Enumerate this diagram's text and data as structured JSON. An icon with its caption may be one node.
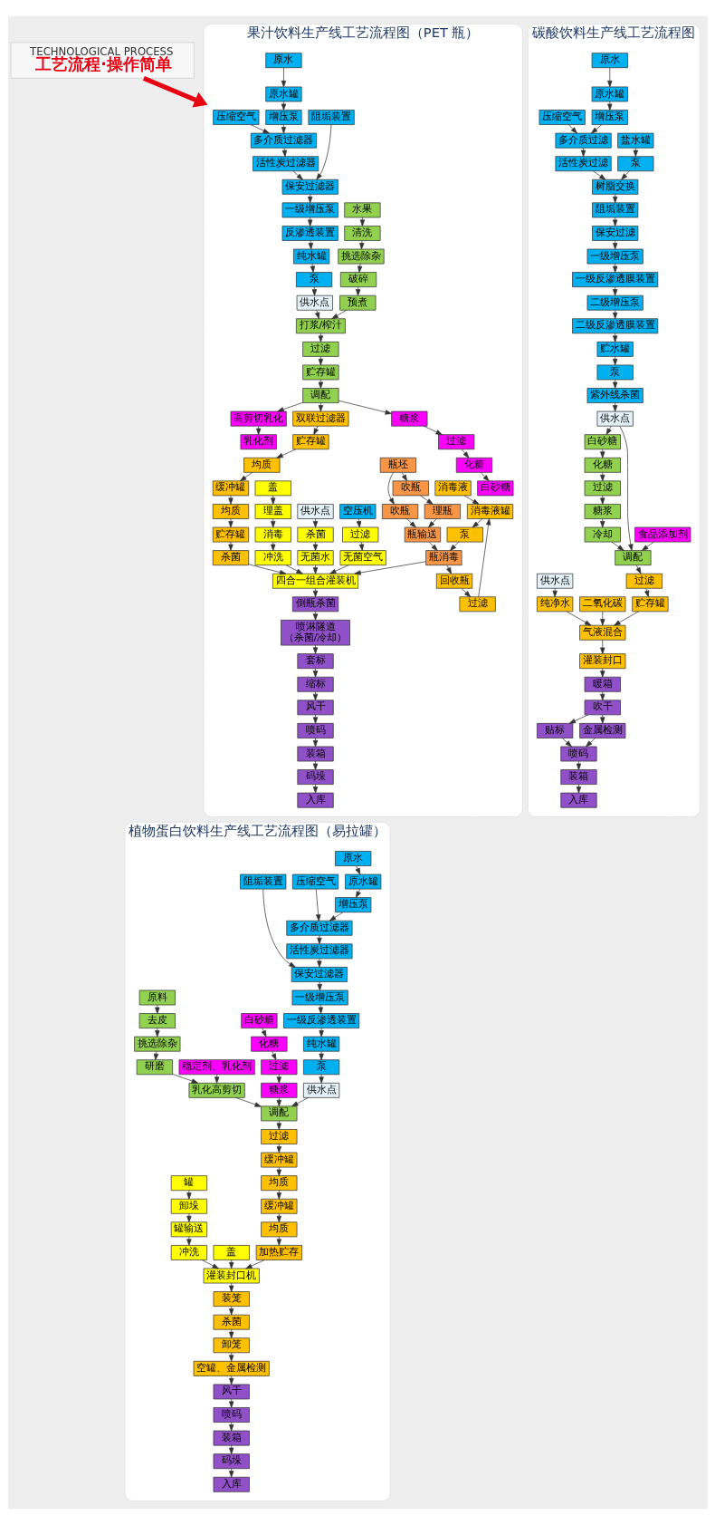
{
  "diagram": {
    "nodes": [
      {
        "text": [
          "TECHNOLOGICAL PROCESS",
          "工艺流程·操作简单"
        ]
      },
      {
        "text": [
          "果汁饮料生产线工艺流程图（PET 瓶）"
        ]
      },
      {
        "text": [
          "压缩空气"
        ],
        "in": 1
      },
      {
        "text": [
          "阻垢装置"
        ],
        "in": 1
      },
      {
        "text": [
          "原水"
        ],
        "in": 1
      },
      {
        "text": [
          "原水罐"
        ],
        "in": 1
      },
      {
        "text": [
          "增压泵"
        ],
        "in": 1
      },
      {
        "text": [
          "多介质过滤器"
        ],
        "in": 1
      },
      {
        "text": [
          "活性炭过滤器"
        ],
        "in": 1
      },
      {
        "text": [
          "保安过滤器"
        ],
        "in": 1
      },
      {
        "text": [
          "一级增压泵"
        ],
        "in": 1
      },
      {
        "text": [
          "反渗透装置"
        ],
        "in": 1
      },
      {
        "text": [
          "供水点"
        ],
        "in": 1
      },
      {
        "text": [
          "泵"
        ],
        "in": 1
      },
      {
        "text": [
          "纯水罐"
        ],
        "in": 1
      },
      {
        "text": [
          "白砂糖"
        ],
        "in": 1
      },
      {
        "text": [
          "化糖"
        ],
        "in": 1
      },
      {
        "text": [
          "过滤"
        ],
        "in": 1
      },
      {
        "text": [
          "糖浆"
        ],
        "in": 1
      },
      {
        "text": [
          "乳化剂"
        ],
        "in": 1
      },
      {
        "text": [
          "水果"
        ],
        "in": 1
      },
      {
        "text": [
          "清洗"
        ],
        "in": 1
      },
      {
        "text": [
          "挑选除杂"
        ],
        "in": 1
      },
      {
        "text": [
          "破碎"
        ],
        "in": 1
      },
      {
        "text": [
          "预煮"
        ],
        "in": 1
      },
      {
        "text": [
          "打浆/榨汁"
        ],
        "in": 1
      },
      {
        "text": [
          "过滤"
        ],
        "in": 1
      },
      {
        "text": [
          "贮存罐"
        ],
        "in": 1
      },
      {
        "text": [
          "调配"
        ],
        "in": 1
      },
      {
        "text": [
          "高剪切乳化"
        ],
        "in": 1
      },
      {
        "text": [
          "杀菌"
        ],
        "in": 1
      },
      {
        "text": [
          "贮存罐"
        ],
        "in": 1
      },
      {
        "text": [
          "均质"
        ],
        "in": 1
      },
      {
        "text": [
          "缓冲罐"
        ],
        "in": 1
      },
      {
        "text": [
          "均质"
        ],
        "in": 1
      },
      {
        "text": [
          "贮存罐"
        ],
        "in": 1
      },
      {
        "text": [
          "双联过滤器"
        ],
        "in": 1
      },
      {
        "text": [
          "消毒"
        ],
        "in": 1
      },
      {
        "text": [
          "冲洗"
        ],
        "in": 1
      },
      {
        "text": [
          "四合一组合灌装机"
        ],
        "in": 1
      },
      {
        "text": [
          "倒瓶杀菌"
        ],
        "in": 1
      },
      {
        "text": [
          "喷淋隧道",
          "（杀菌/冷却）"
        ],
        "in": 1
      },
      {
        "text": [
          "套标"
        ],
        "in": 1
      },
      {
        "text": [
          "缩标"
        ],
        "in": 1
      },
      {
        "text": [
          "风干"
        ],
        "in": 1
      },
      {
        "text": [
          "喷码"
        ],
        "in": 1
      },
      {
        "text": [
          "装箱"
        ],
        "in": 1
      },
      {
        "text": [
          "理盖"
        ],
        "in": 1
      },
      {
        "text": [
          "消毒液"
        ],
        "in": 1
      },
      {
        "text": [
          "消毒液罐"
        ],
        "in": 1
      },
      {
        "text": [
          "过滤"
        ],
        "in": 1
      },
      {
        "text": [
          "无菌水"
        ],
        "in": 1
      },
      {
        "text": [
          "杀菌"
        ],
        "in": 1
      },
      {
        "text": [
          "供水点"
        ],
        "in": 1
      },
      {
        "text": [
          "码垛"
        ],
        "in": 1
      },
      {
        "text": [
          "盖"
        ],
        "in": 1
      },
      {
        "text": [
          "泵"
        ],
        "in": 1
      },
      {
        "text": [
          "回收瓶"
        ],
        "in": 1
      },
      {
        "text": [
          "无菌空气"
        ],
        "in": 1
      },
      {
        "text": [
          "过滤"
        ],
        "in": 1
      },
      {
        "text": [
          "入库"
        ],
        "in": 1
      },
      {
        "text": [
          "吹瓶"
        ],
        "in": 1
      },
      {
        "text": [
          "理瓶"
        ],
        "in": 1
      },
      {
        "text": [
          "瓶输送"
        ],
        "in": 1
      },
      {
        "text": [
          "瓶消毒"
        ],
        "in": 1
      },
      {
        "text": [
          "瓶坯"
        ],
        "in": 1
      },
      {
        "text": [
          "吹瓶"
        ],
        "in": 1
      },
      {
        "text": [
          "空压机"
        ],
        "in": 1
      },
      {
        "text": [
          "植物蛋白饮料生产线工艺流程图（易拉罐）"
        ]
      },
      {
        "text": [
          "压缩空气"
        ],
        "in": 68
      },
      {
        "text": [
          "阻垢装置"
        ],
        "in": 68
      },
      {
        "text": [
          "原水"
        ],
        "in": 68
      },
      {
        "text": [
          "原水罐"
        ],
        "in": 68
      },
      {
        "text": [
          "增压泵"
        ],
        "in": 68
      },
      {
        "text": [
          "多介质过滤器"
        ],
        "in": 68
      },
      {
        "text": [
          "活性炭过滤器"
        ],
        "in": 68
      },
      {
        "text": [
          "保安过滤器"
        ],
        "in": 68
      },
      {
        "text": [
          "一级增压泵"
        ],
        "in": 68
      },
      {
        "text": [
          "一级反渗透装置"
        ],
        "in": 68
      },
      {
        "text": [
          "供水点"
        ],
        "in": 68
      },
      {
        "text": [
          "泵"
        ],
        "in": 68
      },
      {
        "text": [
          "纯水罐"
        ],
        "in": 68
      },
      {
        "text": [
          "白砂糖"
        ],
        "in": 68
      },
      {
        "text": [
          "稳定剂、乳化剂"
        ],
        "in": 68
      },
      {
        "text": [
          "糖浆"
        ],
        "in": 68
      },
      {
        "text": [
          "过滤"
        ],
        "in": 68
      },
      {
        "text": [
          "化糖"
        ],
        "in": 68
      },
      {
        "text": [
          "原料"
        ],
        "in": 68
      },
      {
        "text": [
          "去皮"
        ],
        "in": 68
      },
      {
        "text": [
          "挑选除杂"
        ],
        "in": 68
      },
      {
        "text": [
          "研磨"
        ],
        "in": 68
      },
      {
        "text": [
          "乳化高剪切"
        ],
        "in": 68
      },
      {
        "text": [
          "调配"
        ],
        "in": 68
      },
      {
        "text": [
          "盖"
        ],
        "in": 68
      },
      {
        "text": [
          "加热贮存"
        ],
        "in": 68
      },
      {
        "text": [
          "均质"
        ],
        "in": 68
      },
      {
        "text": [
          "缓冲罐"
        ],
        "in": 68
      },
      {
        "text": [
          "均质"
        ],
        "in": 68
      },
      {
        "text": [
          "缓冲罐"
        ],
        "in": 68
      },
      {
        "text": [
          "过滤"
        ],
        "in": 68
      },
      {
        "text": [
          "罐输送"
        ],
        "in": 68
      },
      {
        "text": [
          "冲洗"
        ],
        "in": 68
      },
      {
        "text": [
          "灌装封口机"
        ],
        "in": 68
      },
      {
        "text": [
          "卸垛"
        ],
        "in": 68
      },
      {
        "text": [
          "装笼"
        ],
        "in": 68
      },
      {
        "text": [
          "杀菌"
        ],
        "in": 68
      },
      {
        "text": [
          "卸笼"
        ],
        "in": 68
      },
      {
        "text": [
          "罐"
        ],
        "in": 68
      },
      {
        "text": [
          "空罐、金属检测"
        ],
        "in": 68
      },
      {
        "text": [
          "风干"
        ],
        "in": 68
      },
      {
        "text": [
          "喷码"
        ],
        "in": 68
      },
      {
        "text": [
          "装箱"
        ],
        "in": 68
      },
      {
        "text": [
          "码垛"
        ],
        "in": 68
      },
      {
        "text": [
          "入库"
        ],
        "in": 68
      },
      {
        "text": [
          "碳酸饮料生产线工艺流程图"
        ]
      },
      {
        "text": [
          "压缩空气"
        ],
        "in": 114
      },
      {
        "text": [
          "盐水罐"
        ],
        "in": 114
      },
      {
        "text": [
          "泵"
        ],
        "in": 114
      },
      {
        "text": [
          "原水"
        ],
        "in": 114
      },
      {
        "text": [
          "原水罐"
        ],
        "in": 114
      },
      {
        "text": [
          "增压泵"
        ],
        "in": 114
      },
      {
        "text": [
          "多介质过滤"
        ],
        "in": 114
      },
      {
        "text": [
          "活性炭过滤"
        ],
        "in": 114
      },
      {
        "text": [
          "树脂交换"
        ],
        "in": 114
      },
      {
        "text": [
          "阻垢装置"
        ],
        "in": 114
      },
      {
        "text": [
          "保安过滤"
        ],
        "in": 114
      },
      {
        "text": [
          "一级增压泵"
        ],
        "in": 114
      },
      {
        "text": [
          "泵"
        ],
        "in": 114
      },
      {
        "text": [
          "贮水罐"
        ],
        "in": 114
      },
      {
        "text": [
          "二级反渗透膜装置"
        ],
        "in": 114
      },
      {
        "text": [
          "二级增压泵"
        ],
        "in": 114
      },
      {
        "text": [
          "一级反渗透膜装置"
        ],
        "in": 114
      },
      {
        "text": [
          "紫外线杀菌"
        ],
        "in": 114
      },
      {
        "text": [
          "食品添加剂"
        ],
        "in": 114
      },
      {
        "text": [
          "供水点"
        ],
        "in": 114
      },
      {
        "text": [
          "白砂糖"
        ],
        "in": 114
      },
      {
        "text": [
          "化糖"
        ],
        "in": 114
      },
      {
        "text": [
          "过滤"
        ],
        "in": 114
      },
      {
        "text": [
          "糖浆"
        ],
        "in": 114
      },
      {
        "text": [
          "冷却"
        ],
        "in": 114
      },
      {
        "text": [
          "调配"
        ],
        "in": 114
      },
      {
        "text": [
          "过滤"
        ],
        "in": 114
      },
      {
        "text": [
          "贮存罐"
        ],
        "in": 114
      },
      {
        "text": [
          "二氧化碳"
        ],
        "in": 114
      },
      {
        "text": [
          "气液混合"
        ],
        "in": 114
      },
      {
        "text": [
          "纯净水"
        ],
        "in": 114
      },
      {
        "text": [
          "供水点"
        ],
        "in": 114
      },
      {
        "text": [
          "灌装封口"
        ],
        "in": 114
      },
      {
        "text": [
          "贴标"
        ],
        "in": 114
      },
      {
        "text": [
          "入库"
        ],
        "in": 114
      },
      {
        "text": [
          "装箱"
        ],
        "in": 114
      },
      {
        "text": [
          "喷码"
        ],
        "in": 114
      },
      {
        "text": [
          "吹干"
        ],
        "in": 114
      },
      {
        "text": [
          "暖箱"
        ],
        "in": 114
      },
      {
        "text": [
          "金属检测"
        ],
        "in": 114
      }
    ],
    "edges": [
      {
        "from": 0,
        "to": 1,
        "arrow": "to",
        "style": "thick",
        "color": "#e60012"
      },
      {
        "from": 4,
        "to": 5,
        "arrow": "to"
      },
      {
        "from": 5,
        "to": 6,
        "arrow": "to"
      },
      {
        "from": 6,
        "to": 7,
        "arrow": "to"
      },
      {
        "from": 7,
        "to": 8,
        "arrow": "to"
      },
      {
        "from": 8,
        "to": 9,
        "arrow": "to"
      },
      {
        "from": 9,
        "to": 10,
        "arrow": "to"
      },
      {
        "from": 10,
        "to": 11,
        "arrow": "to"
      },
      {
        "from": 2,
        "to": 7,
        "arrow": "to"
      },
      {
        "from": 3,
        "to": 9,
        "arrow": "to"
      },
      {
        "from": 11,
        "to": 14,
        "arrow": "to"
      },
      {
        "from": 14,
        "to": 13,
        "arrow": "to"
      },
      {
        "from": 13,
        "to": 12,
        "arrow": "to"
      },
      {
        "from": 12,
        "to": 25,
        "arrow": "to"
      },
      {
        "from": 16,
        "to": 15,
        "arrow": "to"
      },
      {
        "from": 17,
        "to": 16,
        "arrow": "to"
      },
      {
        "from": 18,
        "to": 17,
        "arrow": "to"
      },
      {
        "from": 28,
        "to": 18,
        "arrow": "to"
      },
      {
        "from": 28,
        "to": 29,
        "arrow": "to"
      },
      {
        "from": 29,
        "to": 19,
        "arrow": "to"
      },
      {
        "from": 20,
        "to": 21,
        "arrow": "to"
      },
      {
        "from": 21,
        "to": 22,
        "arrow": "to"
      },
      {
        "from": 22,
        "to": 23,
        "arrow": "to"
      },
      {
        "from": 23,
        "to": 24,
        "arrow": "to"
      },
      {
        "from": 24,
        "to": 25,
        "arrow": "to"
      },
      {
        "from": 25,
        "to": 26,
        "arrow": "to"
      },
      {
        "from": 26,
        "to": 27,
        "arrow": "to"
      },
      {
        "from": 27,
        "to": 28,
        "arrow": "to"
      },
      {
        "from": 28,
        "to": 36,
        "arrow": "to"
      },
      {
        "from": 36,
        "to": 35,
        "arrow": "to"
      },
      {
        "from": 35,
        "to": 34,
        "arrow": "to"
      },
      {
        "from": 34,
        "to": 33,
        "arrow": "to"
      },
      {
        "from": 33,
        "to": 32,
        "arrow": "to"
      },
      {
        "from": 32,
        "to": 31,
        "arrow": "to"
      },
      {
        "from": 31,
        "to": 30,
        "arrow": "to"
      },
      {
        "from": 30,
        "to": 39,
        "arrow": "to"
      },
      {
        "from": 55,
        "to": 47,
        "arrow": "to"
      },
      {
        "from": 47,
        "to": 37,
        "arrow": "to"
      },
      {
        "from": 37,
        "to": 38,
        "arrow": "to"
      },
      {
        "from": 38,
        "to": 39,
        "arrow": "to"
      },
      {
        "from": 39,
        "to": 40,
        "arrow": "to"
      },
      {
        "from": 40,
        "to": 41,
        "arrow": "to"
      },
      {
        "from": 41,
        "to": 42,
        "arrow": "to"
      },
      {
        "from": 42,
        "to": 43,
        "arrow": "to"
      },
      {
        "from": 43,
        "to": 44,
        "arrow": "to"
      },
      {
        "from": 44,
        "to": 45,
        "arrow": "to"
      },
      {
        "from": 45,
        "to": 46,
        "arrow": "to"
      },
      {
        "from": 46,
        "to": 54,
        "arrow": "to"
      },
      {
        "from": 54,
        "to": 60,
        "arrow": "to"
      },
      {
        "from": 48,
        "to": 49,
        "arrow": "to"
      },
      {
        "from": 50,
        "to": 49,
        "arrow": "to"
      },
      {
        "from": 49,
        "to": 56,
        "arrow": "to"
      },
      {
        "from": 56,
        "to": 64,
        "arrow": "to"
      },
      {
        "from": 64,
        "to": 57,
        "arrow": "to"
      },
      {
        "from": 57,
        "to": 50,
        "arrow": "to"
      },
      {
        "from": 64,
        "to": 39,
        "arrow": "to"
      },
      {
        "from": 53,
        "to": 52,
        "arrow": "to"
      },
      {
        "from": 52,
        "to": 51,
        "arrow": "to"
      },
      {
        "from": 51,
        "to": 39,
        "arrow": "to"
      },
      {
        "from": 58,
        "to": 39,
        "arrow": "to"
      },
      {
        "from": 59,
        "to": 58,
        "arrow": "to"
      },
      {
        "from": 67,
        "to": 59,
        "arrow": "to"
      },
      {
        "from": 65,
        "to": 61,
        "arrow": "to"
      },
      {
        "from": 65,
        "to": 66,
        "arrow": "to"
      },
      {
        "from": 61,
        "to": 62,
        "arrow": "to"
      },
      {
        "from": 62,
        "to": 63,
        "arrow": "to"
      },
      {
        "from": 66,
        "to": 63,
        "arrow": "to"
      },
      {
        "from": 63,
        "to": 64,
        "arrow": "to"
      },
      {
        "from": 71,
        "to": 72,
        "arrow": "to"
      },
      {
        "from": 72,
        "to": 73,
        "arrow": "to"
      },
      {
        "from": 73,
        "to": 74,
        "arrow": "to"
      },
      {
        "from": 74,
        "to": 75,
        "arrow": "to"
      },
      {
        "from": 75,
        "to": 76,
        "arrow": "to"
      },
      {
        "from": 76,
        "to": 77,
        "arrow": "to"
      },
      {
        "from": 77,
        "to": 78,
        "arrow": "to"
      },
      {
        "from": 69,
        "to": 74,
        "arrow": "to"
      },
      {
        "from": 70,
        "to": 76,
        "arrow": "to"
      },
      {
        "from": 78,
        "to": 81,
        "arrow": "to"
      },
      {
        "from": 81,
        "to": 80,
        "arrow": "to"
      },
      {
        "from": 80,
        "to": 79,
        "arrow": "to"
      },
      {
        "from": 79,
        "to": 92,
        "arrow": "to"
      },
      {
        "from": 82,
        "to": 86,
        "arrow": "to"
      },
      {
        "from": 86,
        "to": 85,
        "arrow": "to"
      },
      {
        "from": 85,
        "to": 84,
        "arrow": "to"
      },
      {
        "from": 84,
        "to": 92,
        "arrow": "to"
      },
      {
        "from": 83,
        "to": 91,
        "arrow": "to"
      },
      {
        "from": 87,
        "to": 88,
        "arrow": "to"
      },
      {
        "from": 88,
        "to": 89,
        "arrow": "to"
      },
      {
        "from": 89,
        "to": 90,
        "arrow": "to"
      },
      {
        "from": 90,
        "to": 91,
        "arrow": "to"
      },
      {
        "from": 91,
        "to": 92,
        "arrow": "to"
      },
      {
        "from": 92,
        "to": 99,
        "arrow": "to"
      },
      {
        "from": 99,
        "to": 98,
        "arrow": "to"
      },
      {
        "from": 98,
        "to": 97,
        "arrow": "to"
      },
      {
        "from": 97,
        "to": 96,
        "arrow": "to"
      },
      {
        "from": 96,
        "to": 95,
        "arrow": "to"
      },
      {
        "from": 95,
        "to": 94,
        "arrow": "to"
      },
      {
        "from": 94,
        "to": 102,
        "arrow": "to"
      },
      {
        "from": 93,
        "to": 102,
        "arrow": "to"
      },
      {
        "from": 107,
        "to": 103,
        "arrow": "to"
      },
      {
        "from": 103,
        "to": 100,
        "arrow": "to"
      },
      {
        "from": 100,
        "to": 101,
        "arrow": "to"
      },
      {
        "from": 101,
        "to": 102,
        "arrow": "to"
      },
      {
        "from": 102,
        "to": 104,
        "arrow": "to"
      },
      {
        "from": 104,
        "to": 105,
        "arrow": "to"
      },
      {
        "from": 105,
        "to": 106,
        "arrow": "to"
      },
      {
        "from": 106,
        "to": 108,
        "arrow": "to"
      },
      {
        "from": 108,
        "to": 109,
        "arrow": "to"
      },
      {
        "from": 109,
        "to": 110,
        "arrow": "to"
      },
      {
        "from": 110,
        "to": 111,
        "arrow": "to"
      },
      {
        "from": 111,
        "to": 112,
        "arrow": "to"
      },
      {
        "from": 112,
        "to": 113,
        "arrow": "to"
      },
      {
        "from": 118,
        "to": 119,
        "arrow": "to"
      },
      {
        "from": 119,
        "to": 120,
        "arrow": "to"
      },
      {
        "from": 120,
        "to": 121,
        "arrow": "to"
      },
      {
        "from": 121,
        "to": 122,
        "arrow": "to"
      },
      {
        "from": 122,
        "to": 123,
        "arrow": "to"
      },
      {
        "from": 123,
        "to": 124,
        "arrow": "to"
      },
      {
        "from": 124,
        "to": 125,
        "arrow": "to"
      },
      {
        "from": 125,
        "to": 126,
        "arrow": "to"
      },
      {
        "from": 126,
        "to": 131,
        "arrow": "to"
      },
      {
        "from": 131,
        "to": 130,
        "arrow": "to"
      },
      {
        "from": 130,
        "to": 129,
        "arrow": "to"
      },
      {
        "from": 129,
        "to": 128,
        "arrow": "to"
      },
      {
        "from": 128,
        "to": 127,
        "arrow": "to"
      },
      {
        "from": 127,
        "to": 132,
        "arrow": "to"
      },
      {
        "from": 132,
        "to": 134,
        "arrow": "to"
      },
      {
        "from": 115,
        "to": 121,
        "arrow": "to"
      },
      {
        "from": 116,
        "to": 117,
        "arrow": "to"
      },
      {
        "from": 117,
        "to": 123,
        "arrow": "to"
      },
      {
        "from": 134,
        "to": 135,
        "arrow": "to"
      },
      {
        "from": 134,
        "to": 140,
        "arrow": "to"
      },
      {
        "from": 135,
        "to": 136,
        "arrow": "to"
      },
      {
        "from": 136,
        "to": 137,
        "arrow": "to"
      },
      {
        "from": 137,
        "to": 138,
        "arrow": "to"
      },
      {
        "from": 138,
        "to": 139,
        "arrow": "to"
      },
      {
        "from": 139,
        "to": 140,
        "arrow": "to"
      },
      {
        "from": 133,
        "to": 140,
        "arrow": "to"
      },
      {
        "from": 140,
        "to": 141,
        "arrow": "to"
      },
      {
        "from": 141,
        "to": 142,
        "arrow": "to"
      },
      {
        "from": 142,
        "to": 144,
        "arrow": "to"
      },
      {
        "from": 143,
        "to": 144,
        "arrow": "to"
      },
      {
        "from": 146,
        "to": 145,
        "arrow": "to"
      },
      {
        "from": 145,
        "to": 144,
        "arrow": "to"
      },
      {
        "from": 144,
        "to": 147,
        "arrow": "to"
      },
      {
        "from": 147,
        "to": 153,
        "arrow": "to"
      },
      {
        "from": 153,
        "to": 152,
        "arrow": "to"
      },
      {
        "from": 152,
        "to": 148,
        "arrow": "to"
      },
      {
        "from": 152,
        "to": 154,
        "arrow": "to"
      },
      {
        "from": 148,
        "to": 151,
        "arrow": "to"
      },
      {
        "from": 154,
        "to": 151,
        "arrow": "to"
      },
      {
        "from": 151,
        "to": 150,
        "arrow": "to"
      },
      {
        "from": 150,
        "to": 149,
        "arrow": "to"
      }
    ]
  }
}
